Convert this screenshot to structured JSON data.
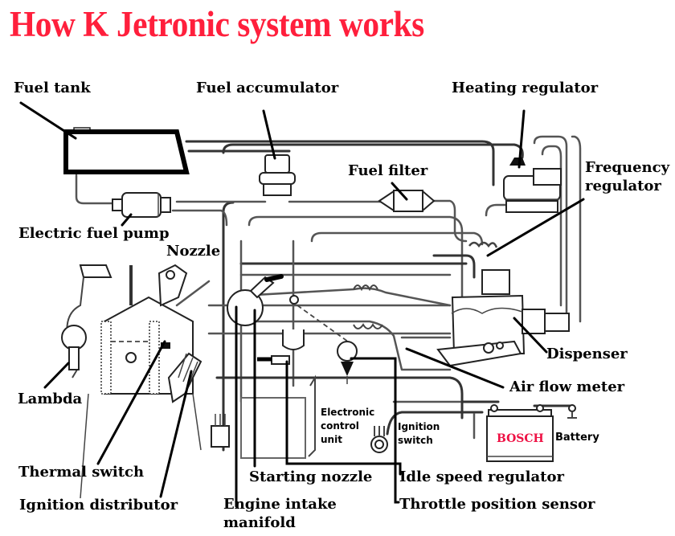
{
  "title": "How K Jetronic system works",
  "brand_color": "#ff1f3c",
  "labels": {
    "fuel_tank": "Fuel tank",
    "fuel_accumulator": "Fuel accumulator",
    "heating_regulator": "Heating regulator",
    "fuel_filter": "Fuel filter",
    "frequency_regulator_line1": "Frequency",
    "frequency_regulator_line2": "regulator",
    "electric_fuel_pump": "Electric fuel pump",
    "nozzle": "Nozzle",
    "dispenser": "Dispenser",
    "air_flow_meter": "Air flow meter",
    "lambda": "Lambda",
    "ecu_line1": "Electronic",
    "ecu_line2": "control",
    "ecu_line3": "unit",
    "ignition_switch_line1": "Ignition",
    "ignition_switch_line2": "switch",
    "battery": "Battery",
    "battery_brand": "BOSCH",
    "thermal_switch": "Thermal switch",
    "starting_nozzle": "Starting nozzle",
    "idle_speed_regulator": "Idle speed regulator",
    "ignition_distributor": "Ignition distributor",
    "engine_intake_manifold_line1": "Engine intake",
    "engine_intake_manifold_line2": "manifold",
    "throttle_position_sensor": "Throttle position sensor"
  }
}
